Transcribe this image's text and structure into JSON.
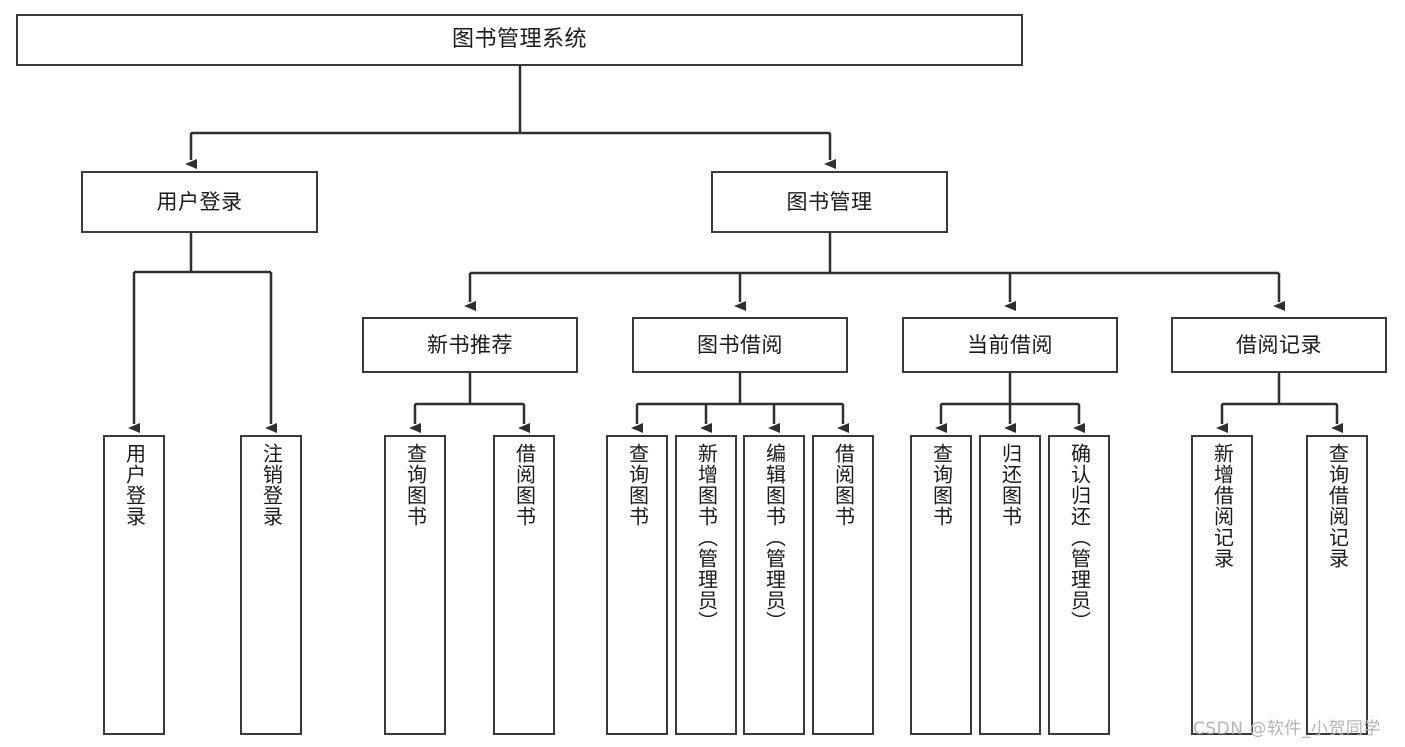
{
  "diagram": {
    "title": "图书管理系统",
    "type": "hierarchy-tree",
    "levels": 4
  },
  "nodes": {
    "root": {
      "label": "图书管理系统"
    },
    "level2": [
      {
        "id": "user-login",
        "label": "用户登录"
      },
      {
        "id": "book-management",
        "label": "图书管理"
      }
    ],
    "level3": [
      {
        "id": "new-book-recommend",
        "label": "新书推荐"
      },
      {
        "id": "book-borrow",
        "label": "图书借阅"
      },
      {
        "id": "current-borrow",
        "label": "当前借阅"
      },
      {
        "id": "borrow-record",
        "label": "借阅记录"
      }
    ],
    "leaves": {
      "user_login": [
        {
          "id": "leaf-user-login",
          "label": "用户登录"
        },
        {
          "id": "leaf-logout-login",
          "label": "注销登录"
        }
      ],
      "new_book_recommend": [
        {
          "id": "leaf-query-book-1",
          "label": "查询图书"
        },
        {
          "id": "leaf-borrow-book-1",
          "label": "借阅图书"
        }
      ],
      "book_borrow": [
        {
          "id": "leaf-query-book-2",
          "label": "查询图书"
        },
        {
          "id": "leaf-add-book",
          "label": "新增图书（管理员）"
        },
        {
          "id": "leaf-edit-book",
          "label": "编辑图书（管理员）"
        },
        {
          "id": "leaf-borrow-book-2",
          "label": "借阅图书"
        }
      ],
      "current_borrow": [
        {
          "id": "leaf-query-book-3",
          "label": "查询图书"
        },
        {
          "id": "leaf-return-book",
          "label": "归还图书"
        },
        {
          "id": "leaf-confirm-return",
          "label": "确认归还（管理员）"
        }
      ],
      "borrow_record": [
        {
          "id": "leaf-add-borrow-record",
          "label": "新增借阅记录"
        },
        {
          "id": "leaf-query-borrow-record",
          "label": "查询借阅记录"
        }
      ]
    }
  },
  "watermark": {
    "text": "CSDN @软件_小贺同学"
  },
  "colors": {
    "border": "#3a3a3a",
    "background": "#ffffff",
    "text": "#1a1a1a",
    "watermark": "#b4b4b4",
    "connector": "#2f2f2f"
  }
}
